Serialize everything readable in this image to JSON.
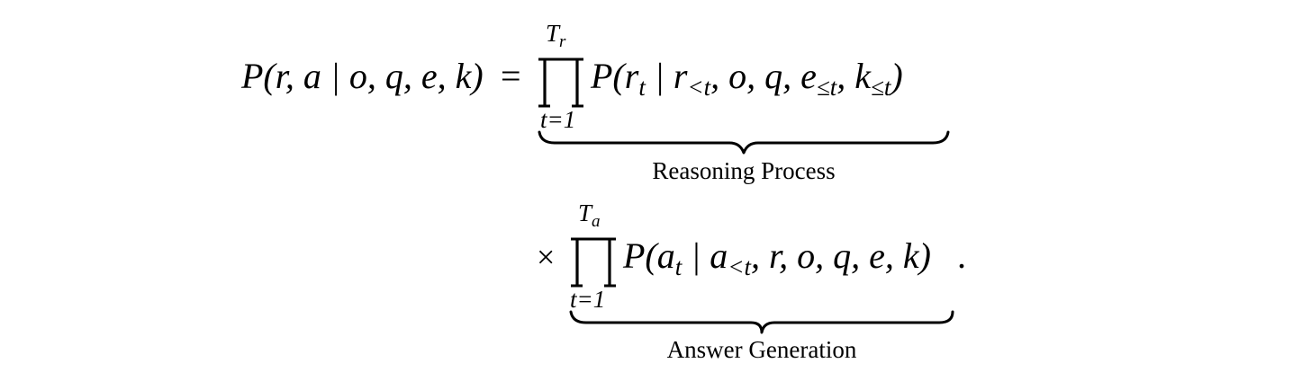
{
  "equation": {
    "line1": {
      "lhs": "P(r, a | o, q, e, k)",
      "equals": "=",
      "prod_upper_base": "T",
      "prod_upper_sub": "r",
      "prod_lower": "t=1",
      "term_prefix": "P(r",
      "term_sub": "t",
      "term_mid": " | r",
      "term_sub2": "<t",
      "term_mid2": ", o, q, e",
      "term_sub3": "≤t",
      "term_mid3": ", k",
      "term_sub4": "≤t",
      "term_close": ")",
      "brace_label": "Reasoning Process"
    },
    "line2": {
      "times": "×",
      "prod_upper_base": "T",
      "prod_upper_sub": "a",
      "prod_lower": "t=1",
      "term_prefix": "P(a",
      "term_sub": "t",
      "term_mid": " | a",
      "term_sub2": "<t",
      "term_rest": ", r, o, q, e, k)",
      "period": ".",
      "brace_label": "Answer Generation"
    }
  }
}
